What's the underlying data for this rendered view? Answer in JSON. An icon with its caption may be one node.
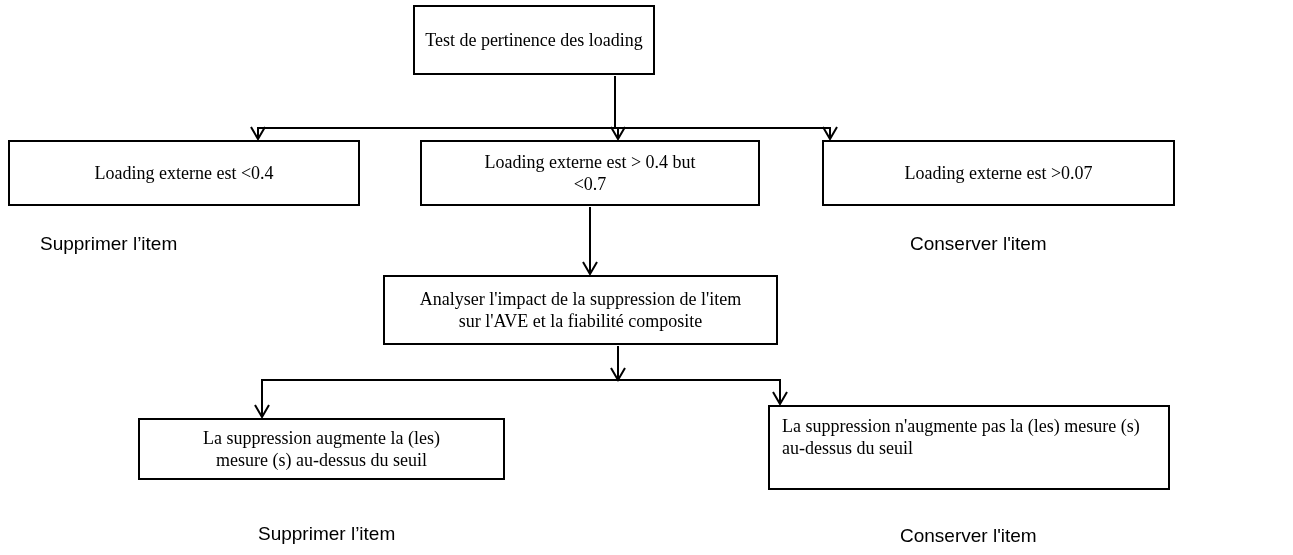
{
  "diagram": {
    "nodes": [
      {
        "text": [
          "Test de pertinence des loading"
        ]
      },
      {
        "text": [
          "Loading externe est <0.4"
        ],
        "beside": [
          "Supprimer l’item"
        ]
      },
      {
        "text": [
          "Loading externe est > 0.4 but <0.7"
        ]
      },
      {
        "text": [
          "Loading externe est >0.07"
        ],
        "beside": [
          "Conserver l'item"
        ]
      },
      {
        "text": [
          "Analyser l'impact de la suppression de l'item sur l'AVE et la fiabilité composite"
        ]
      },
      {
        "text": [
          "La suppression augmente la (les) mesure (s) au-dessus du seuil"
        ],
        "beside": [
          "Supprimer l’item"
        ]
      },
      {
        "text": [
          "La suppression n'augmente pas la (les) mesure (s) au-dessus du seuil"
        ],
        "beside": [
          "Conserver l'item"
        ]
      }
    ],
    "edges": [
      {
        "from": 0,
        "to": 1,
        "arrow": "to"
      },
      {
        "from": 0,
        "to": 2,
        "arrow": "to"
      },
      {
        "from": 0,
        "to": 3,
        "arrow": "to"
      },
      {
        "from": 2,
        "to": 4,
        "arrow": "to"
      },
      {
        "from": 4,
        "to": 5,
        "arrow": "to"
      },
      {
        "from": 4,
        "to": 6,
        "arrow": "to"
      }
    ]
  }
}
